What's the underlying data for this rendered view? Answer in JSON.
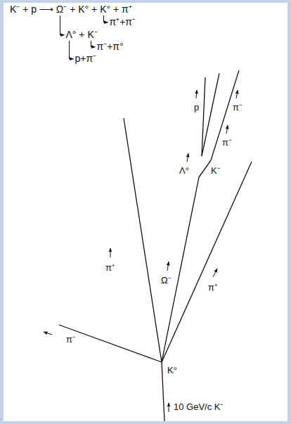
{
  "diagram": {
    "labels": [
      "K⁻ + p ⟶ Ω⁻ + K° + K° + π⁺",
      "π⁺+π⁻",
      "Λ° + K⁻",
      "π⁻+π°",
      "p+π⁻",
      "p",
      "π⁻",
      "π⁻",
      "Λ°",
      "K⁻",
      "Ω⁻",
      "π⁺",
      "π⁺",
      "π⁻",
      "K°",
      "10 GeV/c K⁻"
    ]
  }
}
